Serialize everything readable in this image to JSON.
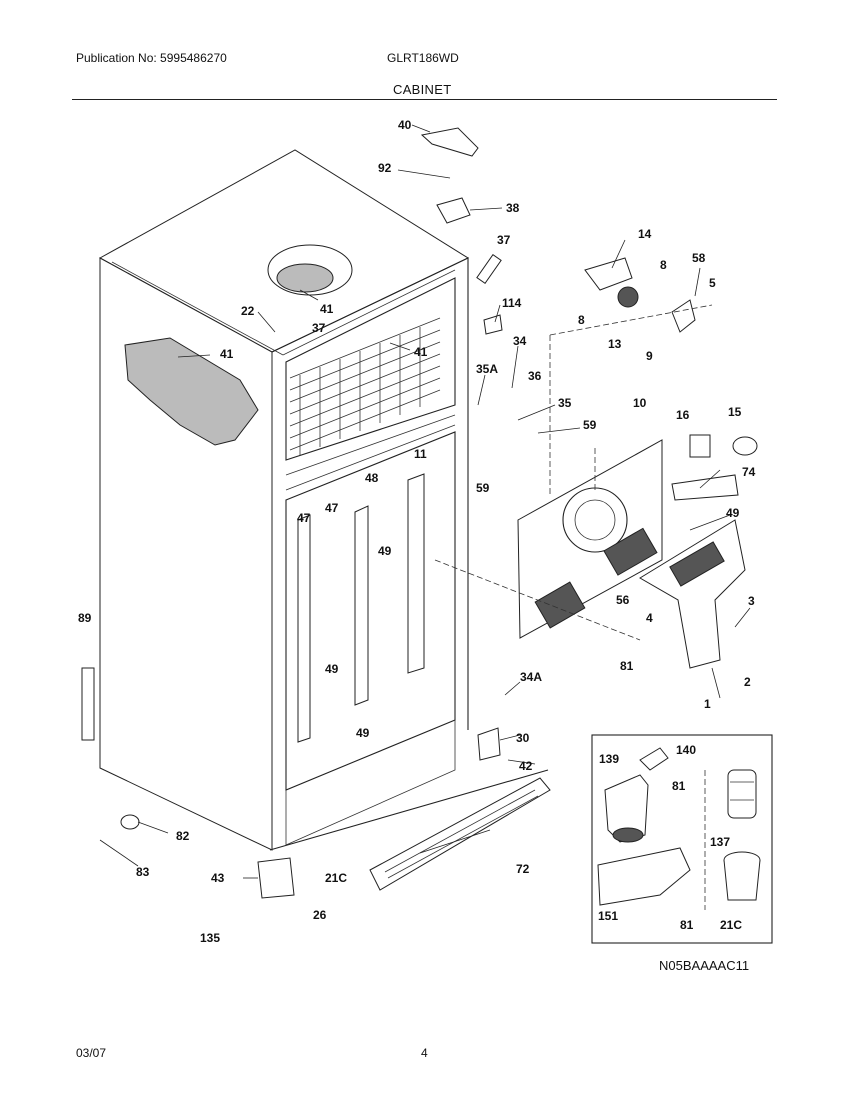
{
  "header": {
    "publication": "Publication No: 5995486270",
    "model": "GLRT186WD",
    "section": "CABINET"
  },
  "diagram": {
    "callouts": [
      "40",
      "92",
      "38",
      "37",
      "14",
      "8",
      "58",
      "5",
      "22",
      "41",
      "37",
      "114",
      "41",
      "8",
      "13",
      "9",
      "41",
      "34",
      "35A",
      "36",
      "35",
      "10",
      "16",
      "15",
      "59",
      "59",
      "74",
      "47",
      "48",
      "11",
      "49",
      "47",
      "49",
      "3",
      "56",
      "4",
      "89",
      "81",
      "2",
      "49",
      "1",
      "34A",
      "49",
      "30",
      "42",
      "139",
      "140",
      "81",
      "82",
      "137",
      "83",
      "21C",
      "72",
      "43",
      "26",
      "151",
      "81",
      "135",
      "21C"
    ],
    "inset_code": "N05BAAAAC11"
  },
  "footer": {
    "date": "03/07",
    "page": "4"
  }
}
